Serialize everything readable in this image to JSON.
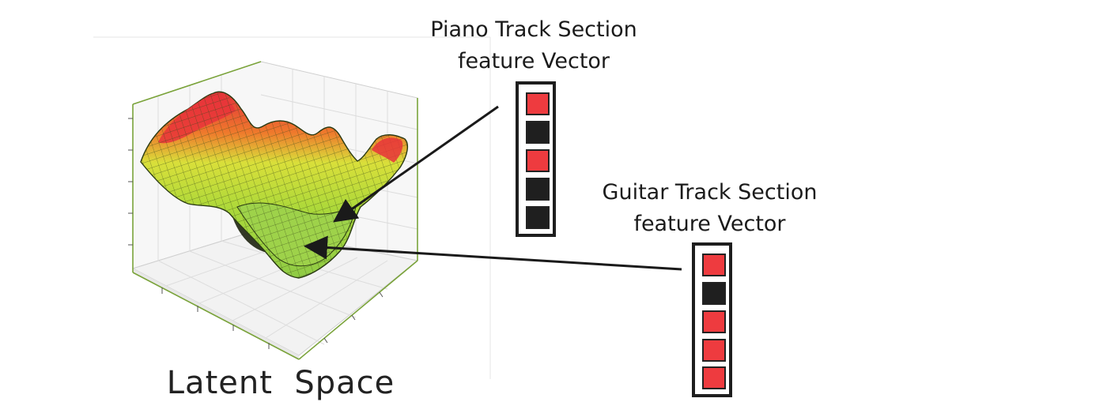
{
  "latent_space": {
    "label": "Latent  Space"
  },
  "piano": {
    "title_line1": "Piano Track Section",
    "title_line2": "feature Vector",
    "cells": [
      "red",
      "black",
      "red",
      "black",
      "black"
    ]
  },
  "guitar": {
    "title_line1": "Guitar Track Section",
    "title_line2": "feature Vector",
    "cells": [
      "red",
      "black",
      "red",
      "red",
      "red"
    ]
  },
  "colors": {
    "red": "#ee3b3f",
    "black": "#1f1f1f",
    "surface_green": "#b6e03a",
    "surface_red": "#e8343a",
    "surface_orange": "#f1a32a",
    "grid": "#d9d9d9",
    "axis": "#7aa33a"
  }
}
